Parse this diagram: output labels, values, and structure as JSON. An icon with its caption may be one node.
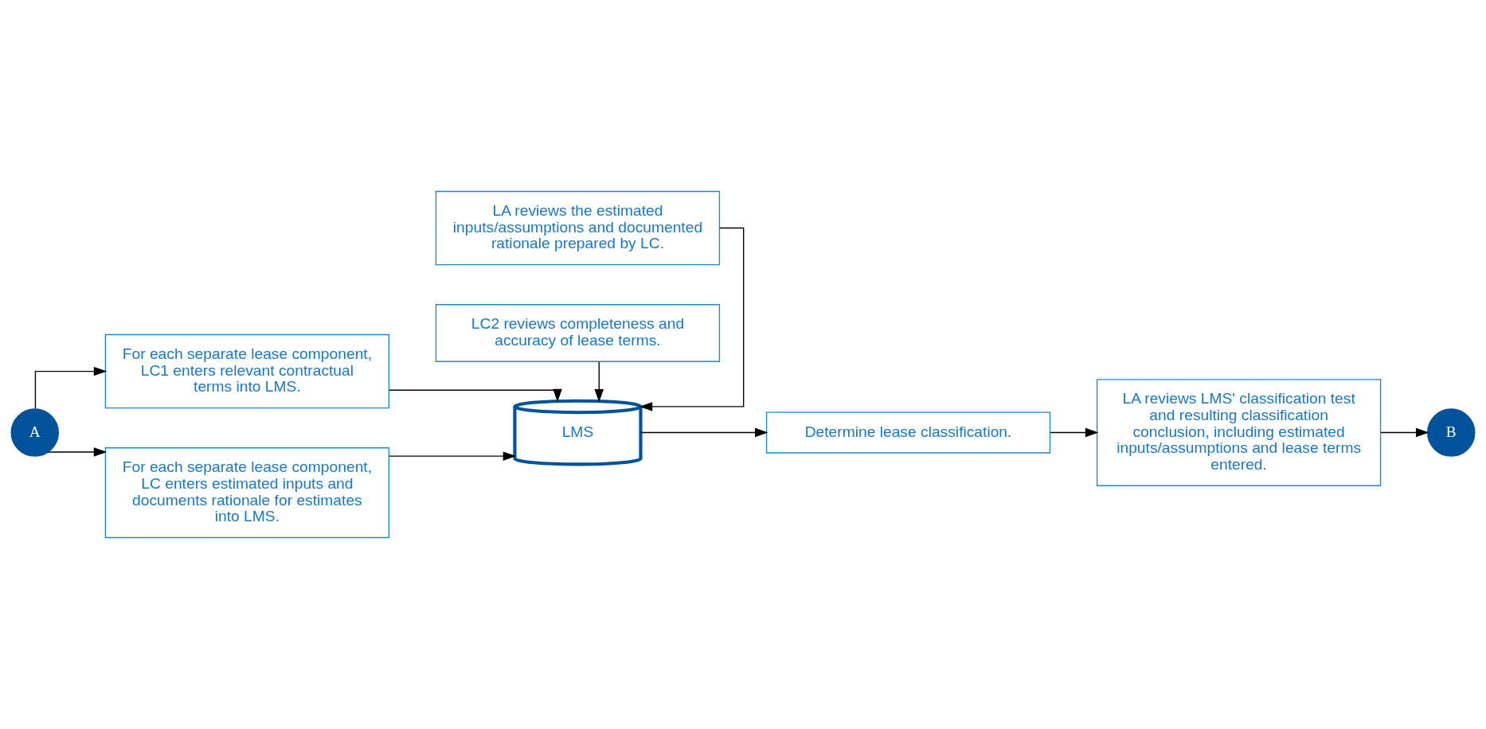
{
  "diagram": {
    "nodes": [
      {
        "text": [
          "A"
        ]
      },
      {
        "text": [
          "For each separate lease component, LC1 enters relevant contractual terms into LMS."
        ]
      },
      {
        "text": [
          "For each separate lease component, LC enters estimated inputs and documents rationale for estimates into LMS."
        ]
      },
      {
        "text": [
          "LMS"
        ]
      },
      {
        "text": [
          "Determine lease classification."
        ]
      },
      {
        "text": [
          "LA reviews the estimated inputs/assumptions and documented rationale prepared by LC."
        ]
      },
      {
        "text": [
          "LA reviews LMS' classification test and resulting classification conclusion, including estimated inputs/assumptions and lease terms entered."
        ]
      },
      {
        "text": [
          "B"
        ]
      },
      {
        "text": [
          "LC2 reviews completeness and accuracy of lease terms."
        ]
      }
    ],
    "edges": [
      {
        "from": 0,
        "to": 1,
        "arrow": "to"
      },
      {
        "from": 0,
        "to": 2,
        "arrow": "to"
      },
      {
        "from": 1,
        "to": 3,
        "arrow": "to"
      },
      {
        "from": 2,
        "to": 3,
        "arrow": "to"
      },
      {
        "from": 5,
        "to": 3,
        "arrow": "to"
      },
      {
        "from": 8,
        "to": 3,
        "arrow": "to"
      },
      {
        "from": 3,
        "to": 4,
        "arrow": "to"
      },
      {
        "from": 4,
        "to": 6,
        "arrow": "to"
      },
      {
        "from": 6,
        "to": 7,
        "arrow": "to"
      }
    ]
  }
}
